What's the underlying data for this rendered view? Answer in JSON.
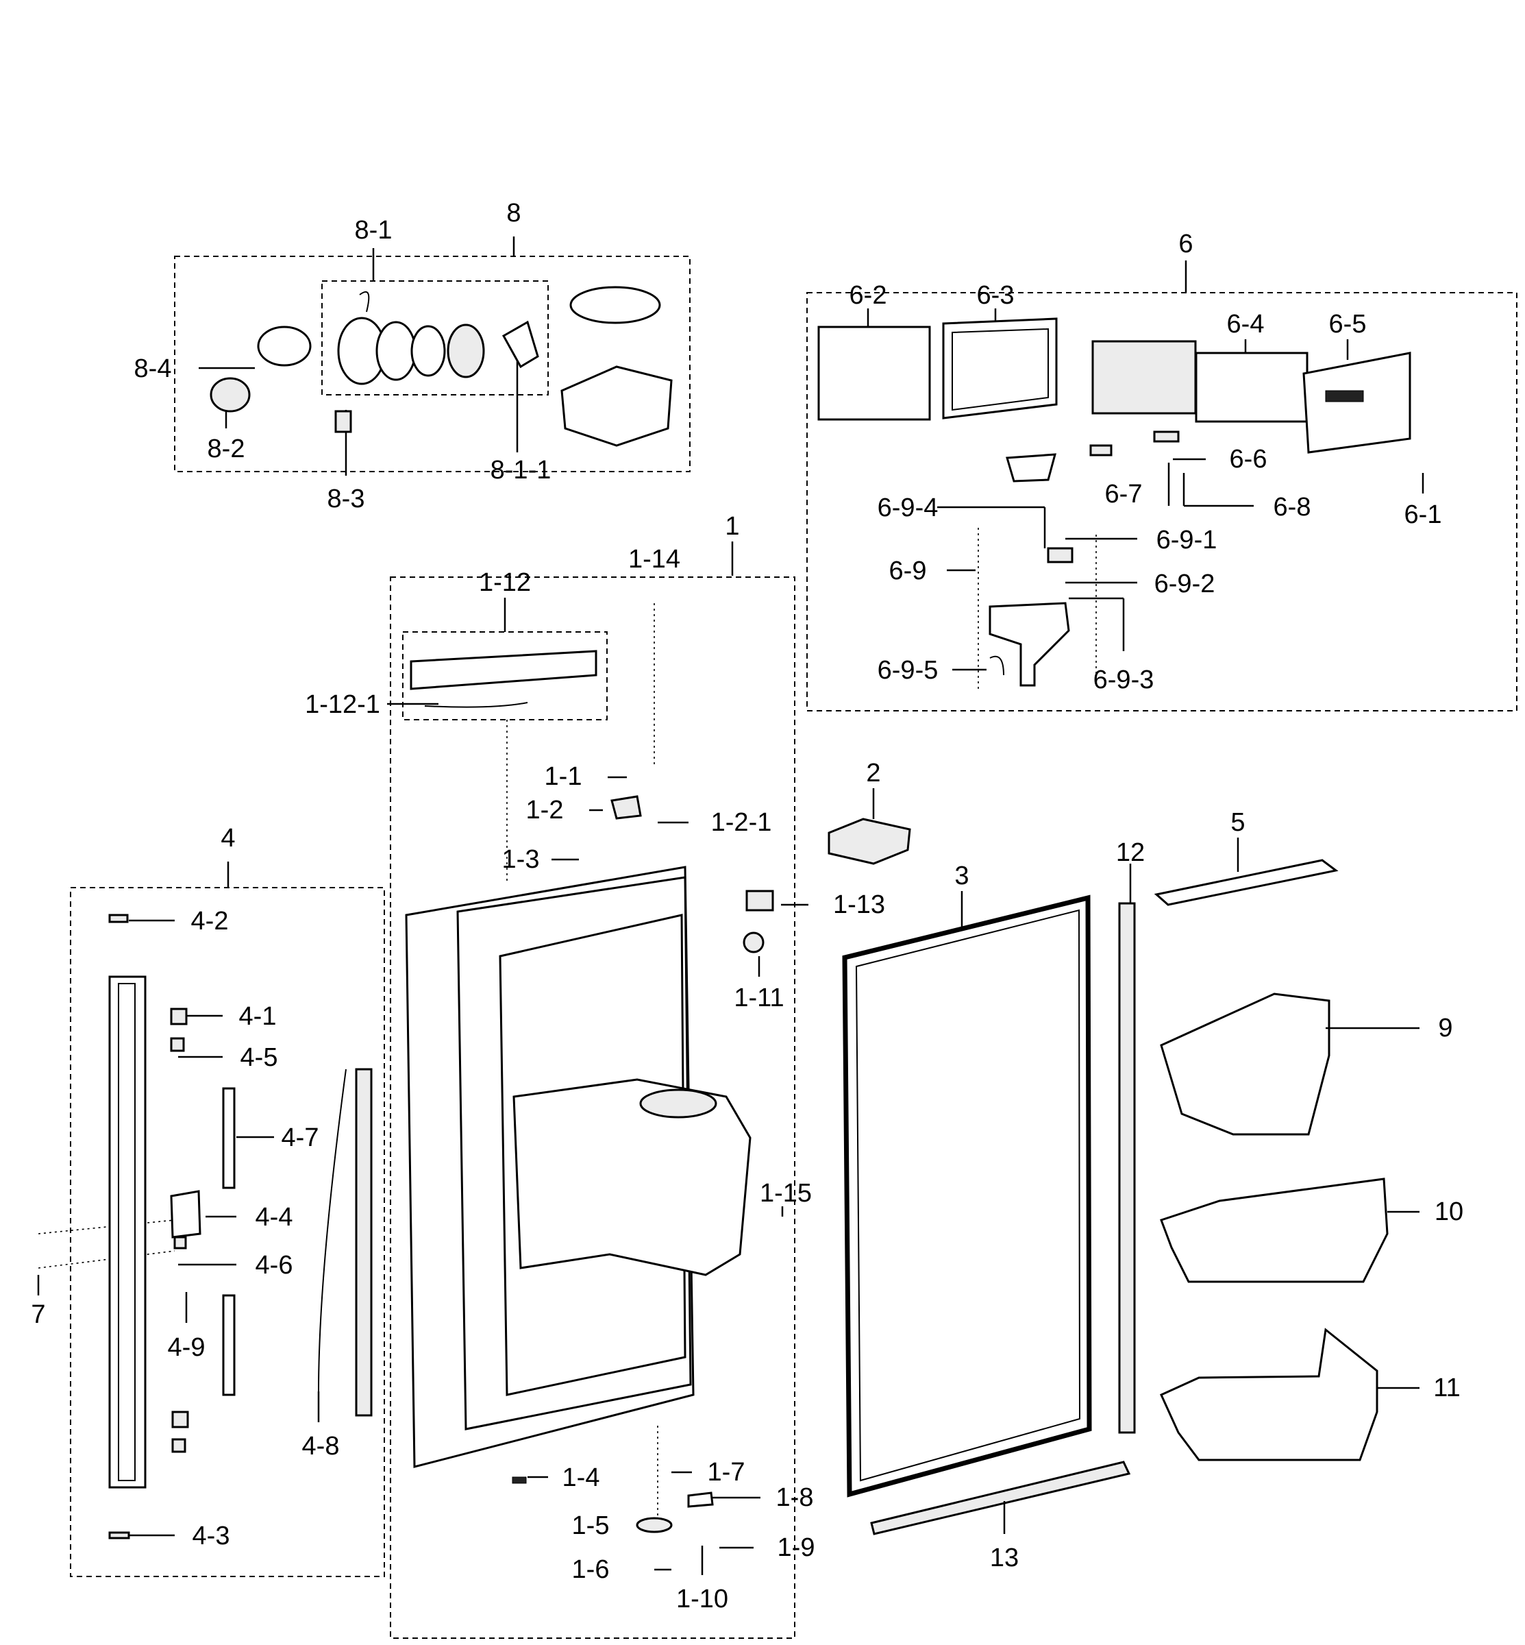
{
  "labels": {
    "l8": "8",
    "l8_1": "8-1",
    "l8_1_1": "8-1-1",
    "l8_2": "8-2",
    "l8_3": "8-3",
    "l8_4": "8-4",
    "l6": "6",
    "l6_1": "6-1",
    "l6_2": "6-2",
    "l6_3": "6-3",
    "l6_4": "6-4",
    "l6_5": "6-5",
    "l6_6": "6-6",
    "l6_7": "6-7",
    "l6_8": "6-8",
    "l6_9": "6-9",
    "l6_9_1": "6-9-1",
    "l6_9_2": "6-9-2",
    "l6_9_3": "6-9-3",
    "l6_9_4": "6-9-4",
    "l6_9_5": "6-9-5",
    "l1": "1",
    "l1_1": "1-1",
    "l1_2": "1-2",
    "l1_2_1": "1-2-1",
    "l1_3": "1-3",
    "l1_4": "1-4",
    "l1_5": "1-5",
    "l1_6": "1-6",
    "l1_7": "1-7",
    "l1_8": "1-8",
    "l1_9": "1-9",
    "l1_10": "1-10",
    "l1_11": "1-11",
    "l1_12": "1-12",
    "l1_12_1": "1-12-1",
    "l1_13": "1-13",
    "l1_14": "1-14",
    "l1_15": "1-15",
    "l2": "2",
    "l3": "3",
    "l5": "5",
    "l7": "7",
    "l9": "9",
    "l10": "10",
    "l11": "11",
    "l12": "12",
    "l13": "13",
    "l4": "4",
    "l4_1": "4-1",
    "l4_2": "4-2",
    "l4_3": "4-3",
    "l4_4": "4-4",
    "l4_5": "4-5",
    "l4_6": "4-6",
    "l4_7": "4-7",
    "l4_8": "4-8",
    "l4_9": "4-9"
  }
}
